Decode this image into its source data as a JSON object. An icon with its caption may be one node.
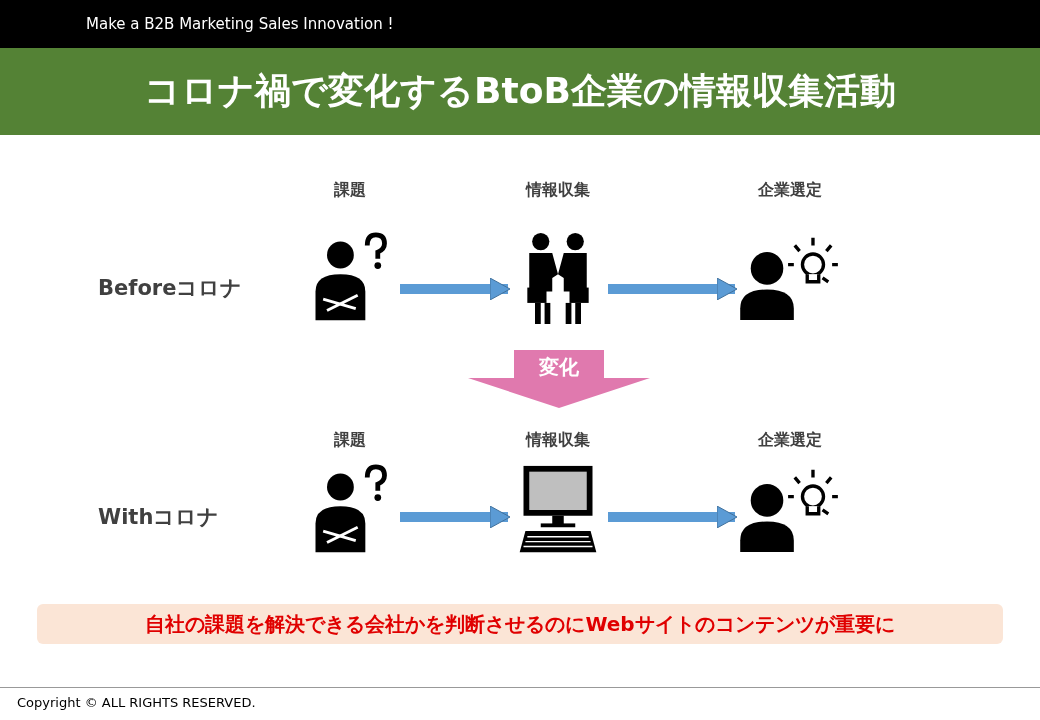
{
  "diagram": {
    "title": "コロナ禍で変化するBtoB企業の情報収集活動",
    "nodes": [
      {
        "text": [
          "課題"
        ]
      },
      {
        "text": [
          "情報収集"
        ]
      },
      {
        "text": [
          "企業選定"
        ]
      },
      {
        "text": [
          "変化"
        ]
      },
      {
        "text": [
          "課題"
        ]
      },
      {
        "text": [
          "情報収集"
        ]
      },
      {
        "text": [
          "企業選定"
        ]
      },
      {
        "text": [
          "自社の課題を解決できる会社かを判断させるのにWebサイトのコンテンツが重要に"
        ]
      }
    ],
    "edges": [
      {
        "from": 0,
        "to": 1,
        "arrow": "to"
      },
      {
        "from": 1,
        "to": 2,
        "arrow": "to"
      },
      {
        "from": 4,
        "to": 5,
        "arrow": "to"
      },
      {
        "from": 5,
        "to": 6,
        "arrow": "to"
      }
    ],
    "labels": [
      "Make a B2B Marketing Sales Innovation !",
      "Beforeコロナ",
      "Withコロナ",
      "Copyright © ALL RIGHTS RESERVED."
    ]
  }
}
